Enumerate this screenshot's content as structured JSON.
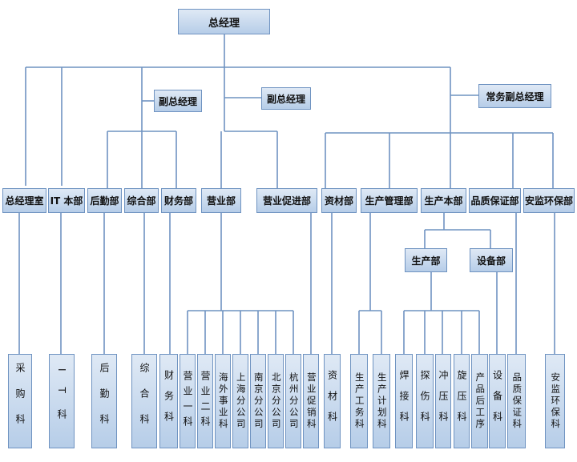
{
  "chart_data": {
    "type": "org-chart",
    "root": "总经理",
    "deputies": [
      "副总经理",
      "副总经理",
      "常务副总经理"
    ],
    "departments": [
      "总经理室",
      "IT 本部",
      "后勤部",
      "综合部",
      "财务部",
      "营业部",
      "营业促进部",
      "资材部",
      "生产管理部",
      "生产本部",
      "品质保证部",
      "安监环保部"
    ],
    "sub_departments": [
      "生产部",
      "设备部"
    ],
    "sections": [
      "采购科",
      "IT科",
      "后勤科",
      "综合科",
      "财务科",
      "营业一科",
      "营业二科",
      "海外事业科",
      "上海分公司",
      "南京分公司",
      "北京分公司",
      "杭州分公司",
      "营业促销科",
      "资材科",
      "生产工务科",
      "生产计划科",
      "焊接科",
      "探伤科",
      "冲压科",
      "旋压科",
      "产品后工序",
      "设备科",
      "品质保证科",
      "安监环保科"
    ]
  },
  "nodes": {
    "gm": "总经理",
    "vp1": "副总经理",
    "vp2": "副总经理",
    "evp": "常务副总经理",
    "d_office": "总经理室",
    "d_it": "IT 本部",
    "d_logistics": "后勤部",
    "d_general": "综合部",
    "d_finance": "财务部",
    "d_sales": "营业部",
    "d_promo": "营业促进部",
    "d_materials": "资材部",
    "d_prodmgmt": "生产管理部",
    "d_prodhq": "生产本部",
    "d_qa": "品质保证部",
    "d_safety": "安监环保部",
    "s_production": "生产部",
    "s_equipment": "设备部",
    "k_purchase": "采购科",
    "k_it": "IT科",
    "k_logistics": "后勤科",
    "k_general": "综合科",
    "k_finance": "财务科",
    "k_sales1": "营业一科",
    "k_sales2": "营业二科",
    "k_overseas": "海外事业科",
    "k_shanghai": "上海分公司",
    "k_nanjing": "南京分公司",
    "k_beijing": "北京分公司",
    "k_hangzhou": "杭州分公司",
    "k_promo": "营业促销科",
    "k_materials": "资材科",
    "k_affairs": "生产工务科",
    "k_plan": "生产计划科",
    "k_weld": "焊接科",
    "k_inspect": "探伤科",
    "k_press": "冲压科",
    "k_spin": "旋压科",
    "k_post": "产品后工序",
    "k_equip": "设备科",
    "k_qa": "品质保证科",
    "k_safety": "安监环保科"
  }
}
